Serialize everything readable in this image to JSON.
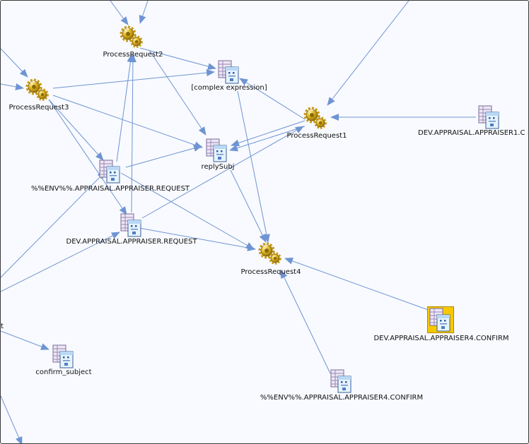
{
  "diagram": {
    "processes": [
      {
        "id": "pr2",
        "label": "ProcessRequest2"
      },
      {
        "id": "pr3",
        "label": "ProcessRequest3"
      },
      {
        "id": "pr1",
        "label": "ProcessRequest1"
      },
      {
        "id": "pr4",
        "label": "ProcessRequest4"
      }
    ],
    "queues": [
      {
        "id": "complex",
        "label": "[complex expression]"
      },
      {
        "id": "reply",
        "label": "replySubj"
      },
      {
        "id": "envreq",
        "label": "%%ENV%%.APPRAISAL.APPRAISER.REQUEST"
      },
      {
        "id": "devreq",
        "label": "DEV.APPRAISAL.APPRAISER.REQUEST"
      },
      {
        "id": "dev1",
        "label": "DEV.APPRAISAL.APPRAISER1.C"
      },
      {
        "id": "dev4",
        "label": "DEV.APPRAISAL.APPRAISER4.CONFIRM"
      },
      {
        "id": "confirm",
        "label": "confirm_subject"
      },
      {
        "id": "env4",
        "label": "%%ENV%%.APPRAISAL.APPRAISER4.CONFIRM"
      },
      {
        "id": "edge",
        "label": "t"
      }
    ],
    "colors": {
      "edge": "#6f94d2",
      "gear": "#e2b622",
      "selected": "#f6c800"
    },
    "selected_node": "dev4"
  }
}
